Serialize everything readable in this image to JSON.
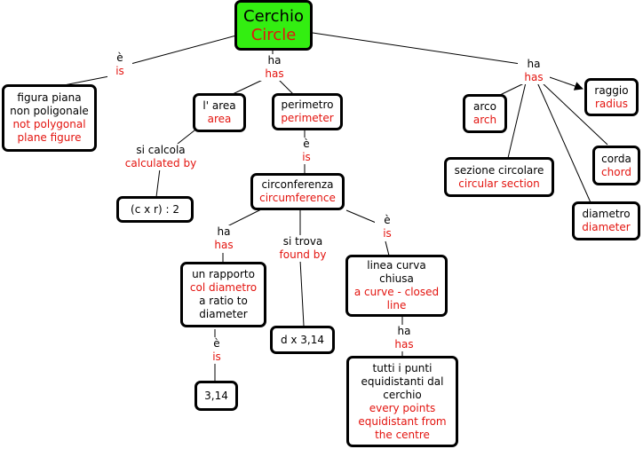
{
  "colors": {
    "italian_text": "#000000",
    "english_text": "#e3140f",
    "root_fill": "#33ee11",
    "border": "#000000"
  },
  "nodes": {
    "root": {
      "it": "Cerchio",
      "en": "Circle"
    },
    "figura": {
      "it": "figura piana non poligonale",
      "en": "not polygonal plane figure"
    },
    "area": {
      "it": "l' area",
      "en": "area"
    },
    "perimetro": {
      "it": "perimetro",
      "en": "perimeter"
    },
    "formula_area": {
      "it": "(c x r) : 2"
    },
    "circonferenza": {
      "it": "circonferenza",
      "en": "circumference"
    },
    "rapporto": {
      "it": "un rapporto",
      "en": "col diametro",
      "it2": "a ratio to diameter"
    },
    "dx314": {
      "it": "d x 3,14"
    },
    "linea": {
      "it": "linea curva chiusa",
      "en": "a curve - closed line"
    },
    "pi": {
      "it": "3,14"
    },
    "punti": {
      "it": "tutti i punti equidistanti dal cerchio",
      "en": "every points equidistant from the centre"
    },
    "arco": {
      "it": "arco",
      "en": "arch"
    },
    "sezione": {
      "it": "sezione circolare",
      "en": "circular section"
    },
    "raggio": {
      "it": "raggio",
      "en": "radius"
    },
    "corda": {
      "it": "corda",
      "en": "chord"
    },
    "diametro": {
      "it": "diametro",
      "en": "diameter"
    }
  },
  "links": {
    "e_is_1": {
      "it": "è",
      "en": "is"
    },
    "ha_has_1": {
      "it": "ha",
      "en": "has"
    },
    "ha_has_2": {
      "it": "ha",
      "en": "has"
    },
    "si_calcola": {
      "it": "si calcola",
      "en": "calculated by"
    },
    "e_is_2": {
      "it": "è",
      "en": "is"
    },
    "ha_has_3": {
      "it": "ha",
      "en": "has"
    },
    "si_trova": {
      "it": "si trova",
      "en": "found by"
    },
    "e_is_3": {
      "it": "è",
      "en": "is"
    },
    "e_is_4": {
      "it": "è",
      "en": "is"
    },
    "ha_has_4": {
      "it": "ha",
      "en": "has"
    }
  }
}
